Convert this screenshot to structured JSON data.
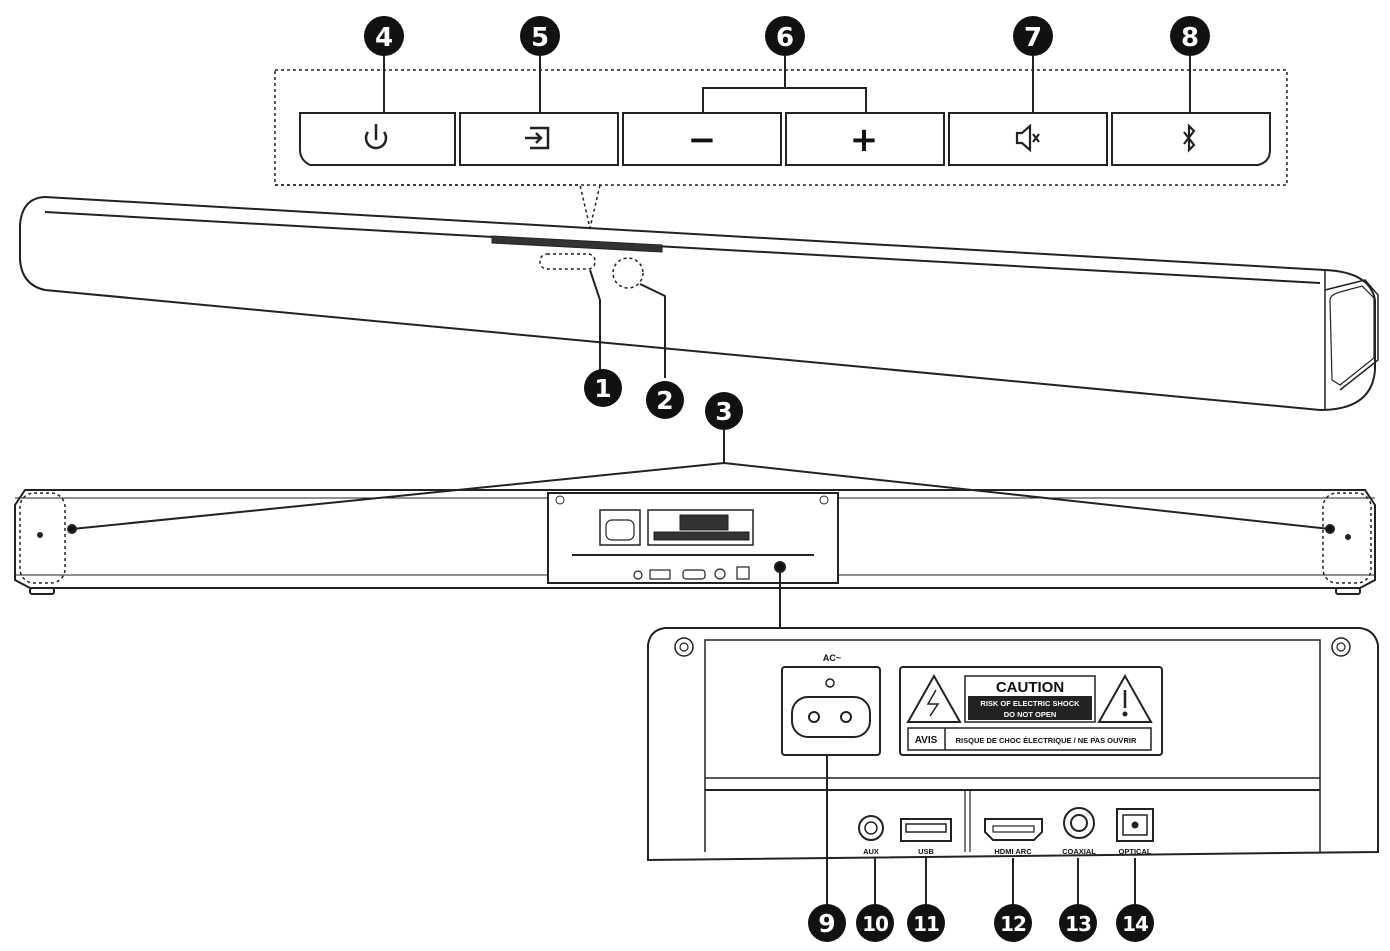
{
  "callouts": {
    "c1": "1",
    "c2": "2",
    "c3": "3",
    "c4": "4",
    "c5": "5",
    "c6": "6",
    "c7": "7",
    "c8": "8",
    "c9": "9",
    "c10": "10",
    "c11": "11",
    "c12": "12",
    "c13": "13",
    "c14": "14"
  },
  "buttons": {
    "minus_symbol": "−",
    "plus_symbol": "+"
  },
  "icons": {
    "power": "power-icon",
    "input": "input-source-icon",
    "minus": "volume-down-icon",
    "plus": "volume-up-icon",
    "mute": "mute-icon",
    "bluetooth": "bluetooth-icon"
  },
  "rear_panel": {
    "ac_label": "AC~",
    "caution_title": "CAUTION",
    "caution_line1": "RISK OF ELECTRIC SHOCK",
    "caution_line2": "DO NOT OPEN",
    "avis_label": "AVIS",
    "avis_text": "RISQUE DE CHOC ÉLECTRIQUE / NE PAS OUVRIR",
    "port_aux": "AUX",
    "port_usb": "USB",
    "port_hdmi": "HDMI ARC",
    "port_coaxial": "COAXIAL",
    "port_optical": "OPTICAL"
  }
}
